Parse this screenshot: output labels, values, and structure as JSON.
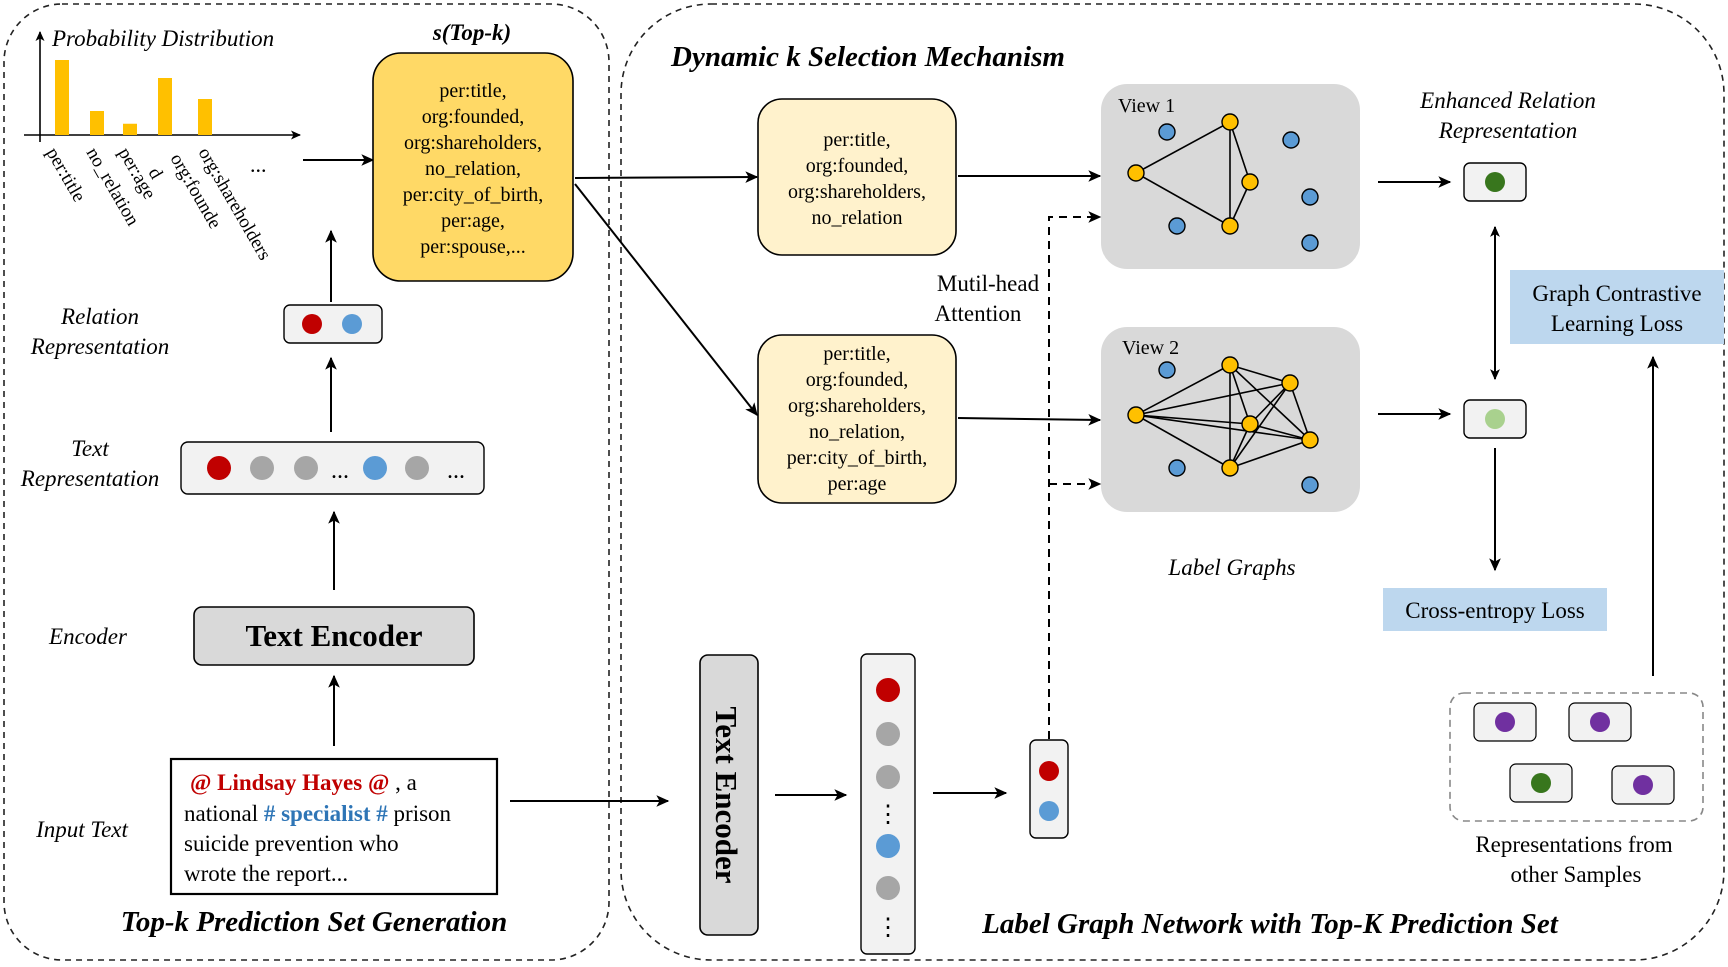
{
  "left_panel": {
    "title": "Top-k Prediction Set Generation",
    "prob_dist_label": "Probability Distribution",
    "prob_ticks": [
      "per:title",
      "no_relation",
      "per:age",
      "d",
      "org:founde",
      "org:shareholders"
    ],
    "prob_ellipsis": "...",
    "topk_title": "s(Top-k)",
    "topk_lines": [
      "per:title,",
      "org:founded,",
      "org:shareholders,",
      "no_relation,",
      "per:city_of_birth,",
      "per:age,",
      "per:spouse,..."
    ],
    "relation_rep_label": [
      "Relation",
      "Representation"
    ],
    "text_rep_label": [
      "Text",
      "Representation"
    ],
    "text_rep_ellipsis": "...",
    "encoder_label": "Encoder",
    "text_encoder": "Text Encoder",
    "input_label": "Input Text",
    "input_text": {
      "line1_head": "@ Lindsay Hayes @",
      "line1_tail": " , a",
      "line2_pre": "national ",
      "line2_mark": "# specialist #",
      "line2_post": " prison",
      "line3": "suicide prevention who",
      "line4": "wrote the report..."
    }
  },
  "right_panel": {
    "title": "Dynamic k Selection Mechanism",
    "bottom_title": "Label Graph Network with Top-K Prediction Set",
    "set1_lines": [
      "per:title,",
      "org:founded,",
      "org:shareholders,",
      "no_relation"
    ],
    "set2_lines": [
      "per:title,",
      "org:founded,",
      "org:shareholders,",
      "no_relation,",
      "per:city_of_birth,",
      "per:age"
    ],
    "attention_label": [
      "Mutil-head",
      "Attention"
    ],
    "view1": "View 1",
    "view2": "View 2",
    "label_graphs": "Label Graphs",
    "enhanced_label": [
      "Enhanced Relation",
      "Representation"
    ],
    "gcl_loss": [
      "Graph Contrastive",
      "Learning Loss"
    ],
    "ce_loss": "Cross-entropy Loss",
    "text_encoder": "Text Encoder",
    "other_samples": [
      "Representations from",
      "other Samples"
    ],
    "col_ellipsis": "⋮"
  },
  "colors": {
    "bar": "#ffc000",
    "topk_fill": "#ffd966",
    "set_fill": "#fff2cc",
    "graph_bg": "#d9d9d9",
    "node_yellow": "#ffc000",
    "node_blue": "#5b9bd5",
    "dot_red": "#c00000",
    "dot_gray": "#a6a6a6",
    "dot_blue": "#5b9bd5",
    "dot_dark_green": "#38761d",
    "dot_light_green": "#a9d18e",
    "dot_purple": "#7030a0",
    "loss_fill": "#bdd7ee",
    "entity_red": "#c00000",
    "entity_blue": "#2e75b6"
  },
  "chart_data": {
    "type": "bar",
    "values": [
      10,
      3.2,
      1.5,
      7.6,
      4.8
    ]
  }
}
